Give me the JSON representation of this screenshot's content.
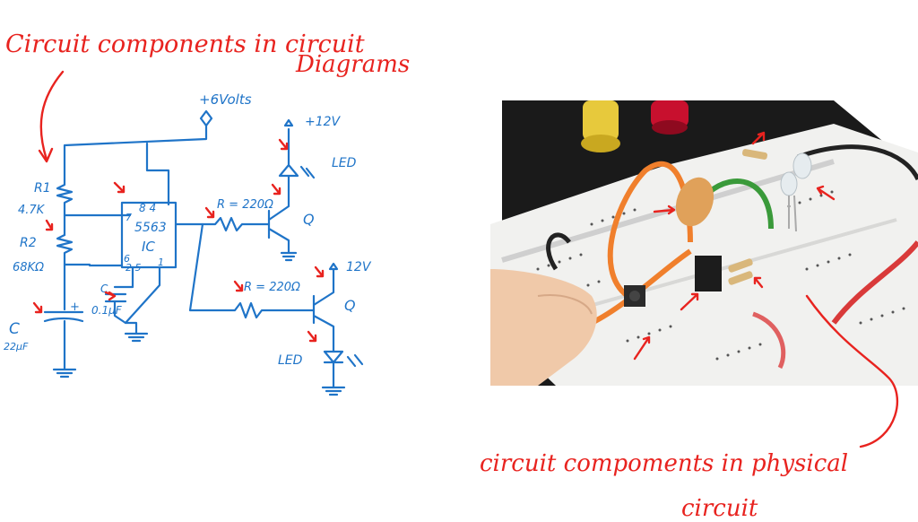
{
  "annotations": {
    "diagram_title_line1": "Circuit components in circuit",
    "diagram_title_line2": "Diagrams",
    "photo_caption_line1": "circuit compoments in physical",
    "photo_caption_line2": "circuit"
  },
  "schematic": {
    "supply": "+6Volts",
    "r1_name": "R1",
    "r1_value": "4.7K",
    "r2_name": "R2",
    "r2_value": "68KΩ",
    "c_name": "C",
    "c_value": "22μF",
    "c_plus": "+",
    "ic_pins_top": "8  4",
    "ic_pin7": "7",
    "ic_number": "5563",
    "ic_label": "IC",
    "ic_pin6": "6",
    "ic_pins_bottom": "2 5",
    "ic_pin1": "1",
    "c2_name": "C",
    "c2_value": "0.1μF",
    "r_top_label": "R = 220Ω",
    "r_bottom_label": "R = 220Ω",
    "v12_top": "+12V",
    "v12_bottom": "12V",
    "led_top": "LED",
    "led_bottom": "LED",
    "q_top": "Q",
    "q_bottom": "Q"
  },
  "colors": {
    "annotation_red": "#e8231f",
    "schematic_blue": "#1f74c8"
  }
}
